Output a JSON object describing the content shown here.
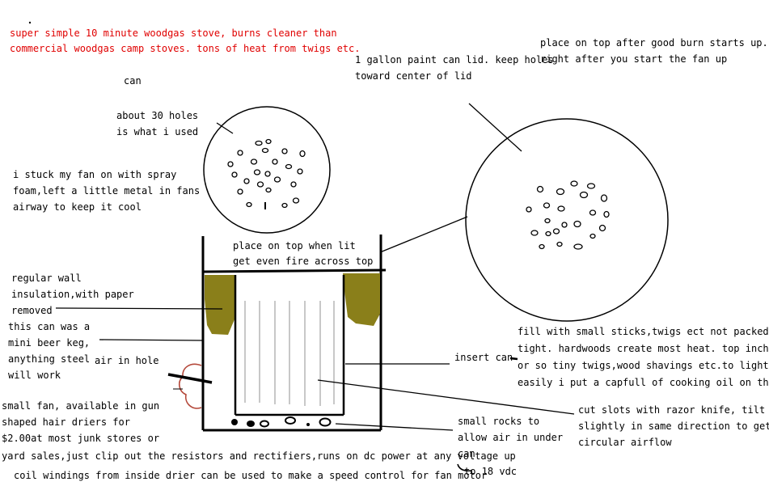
{
  "title": {
    "line1": "super simple 10 minute woodgas stove, burns cleaner than",
    "line2": "commercial woodgas camp stoves. tons of heat from twigs etc.",
    "color": "#e00000"
  },
  "labels": {
    "can": "can",
    "holes_count": "about 30 holes\nis what i used",
    "paint_lid": "1 gallon paint can lid. keep holes\ntoward center of lid",
    "place_top_after": "place on top after good burn starts up.\nright after you start the fan up",
    "fan_spray_foam": "i stuck my fan on with spray\nfoam,left a little metal in fans\nairway to keep it cool",
    "place_top_when_lit": "place on top when lit\nget even fire across top",
    "wall_insulation": "regular wall\ninsulation,with paper\nremoved",
    "beer_keg": "this can was a\nmini beer keg,\nanything steel\nwill work",
    "air_in_hole": "air in hole",
    "insert_can": "insert can",
    "fill_sticks": "fill with small sticks,twigs ect not packed too\ntight. hardwoods create most heat. top inch\nor so tiny twigs,wood shavings etc.to light\neasily i put a capfull of cooking oil on them",
    "cut_slots": "cut slots with razor knife, tilt\nslightly in same direction to get\ncircular airflow",
    "small_fan": "small fan, available in gun\nshaped hair driers for\n$2.00at most junk stores or",
    "yard_sales": "yard sales,just clip out the resistors and rectifiers,runs on dc power at any voltage up",
    "small_rocks": "small rocks to\nallow air in under\ncan",
    "to_18_vdc": "to 18 vdc",
    "coil_windings": "coil windings from inside drier can be used to make a speed control for fan motor"
  },
  "colors": {
    "insulation": "#8a7f1a",
    "ink": "#000000",
    "slots": "#c8c8c8",
    "fan": "#b4483a"
  }
}
